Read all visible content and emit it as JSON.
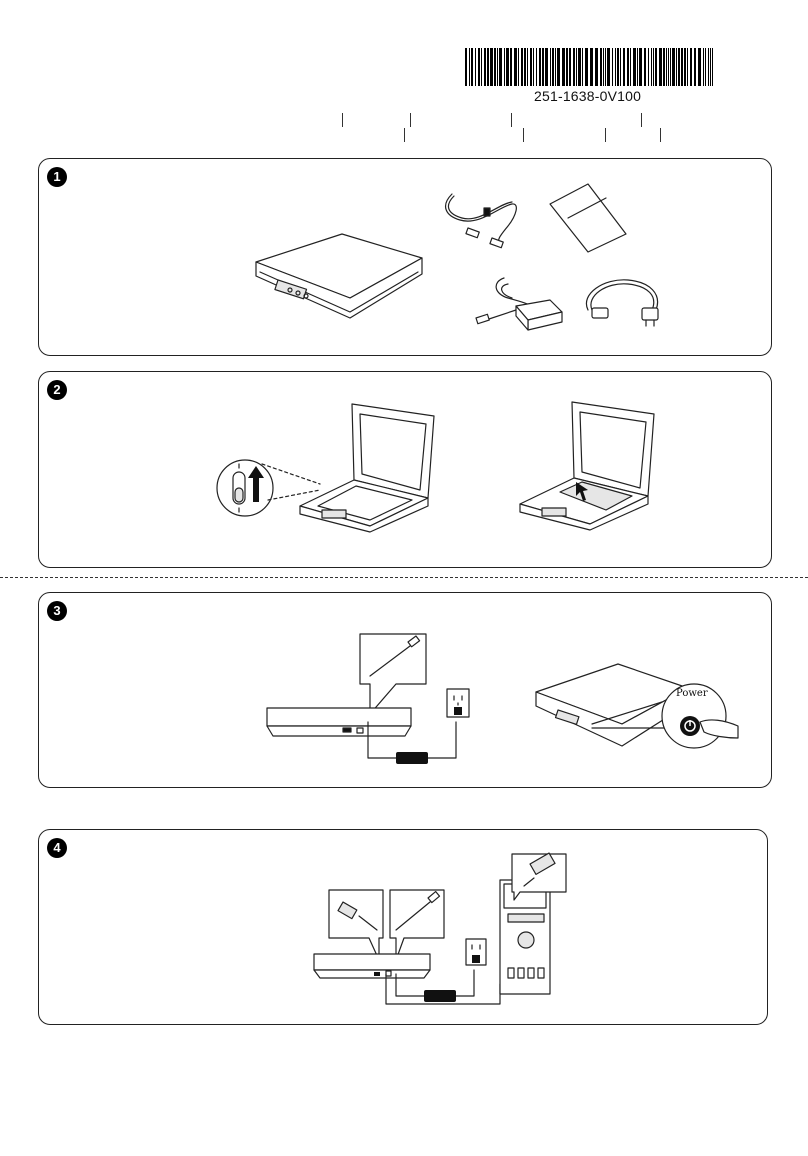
{
  "barcode": {
    "number": "251-1638-0V100",
    "icon": "barcode-icon"
  },
  "steps": [
    {
      "number": "1",
      "name": "unpack"
    },
    {
      "number": "2",
      "name": "unlock"
    },
    {
      "number": "3",
      "name": "power"
    },
    {
      "number": "4",
      "name": "usb-connect"
    }
  ],
  "labels": {
    "power": "Power"
  },
  "icons": [
    "scanner-icon",
    "usb-cable-icon",
    "document-icon",
    "power-adapter-icon",
    "power-cord-icon",
    "lock-switch-icon",
    "arrow-up-icon",
    "pointer-arrow-icon",
    "wall-outlet-icon",
    "power-button-icon",
    "hand-icon",
    "computer-tower-icon",
    "usb-plug-icon"
  ]
}
